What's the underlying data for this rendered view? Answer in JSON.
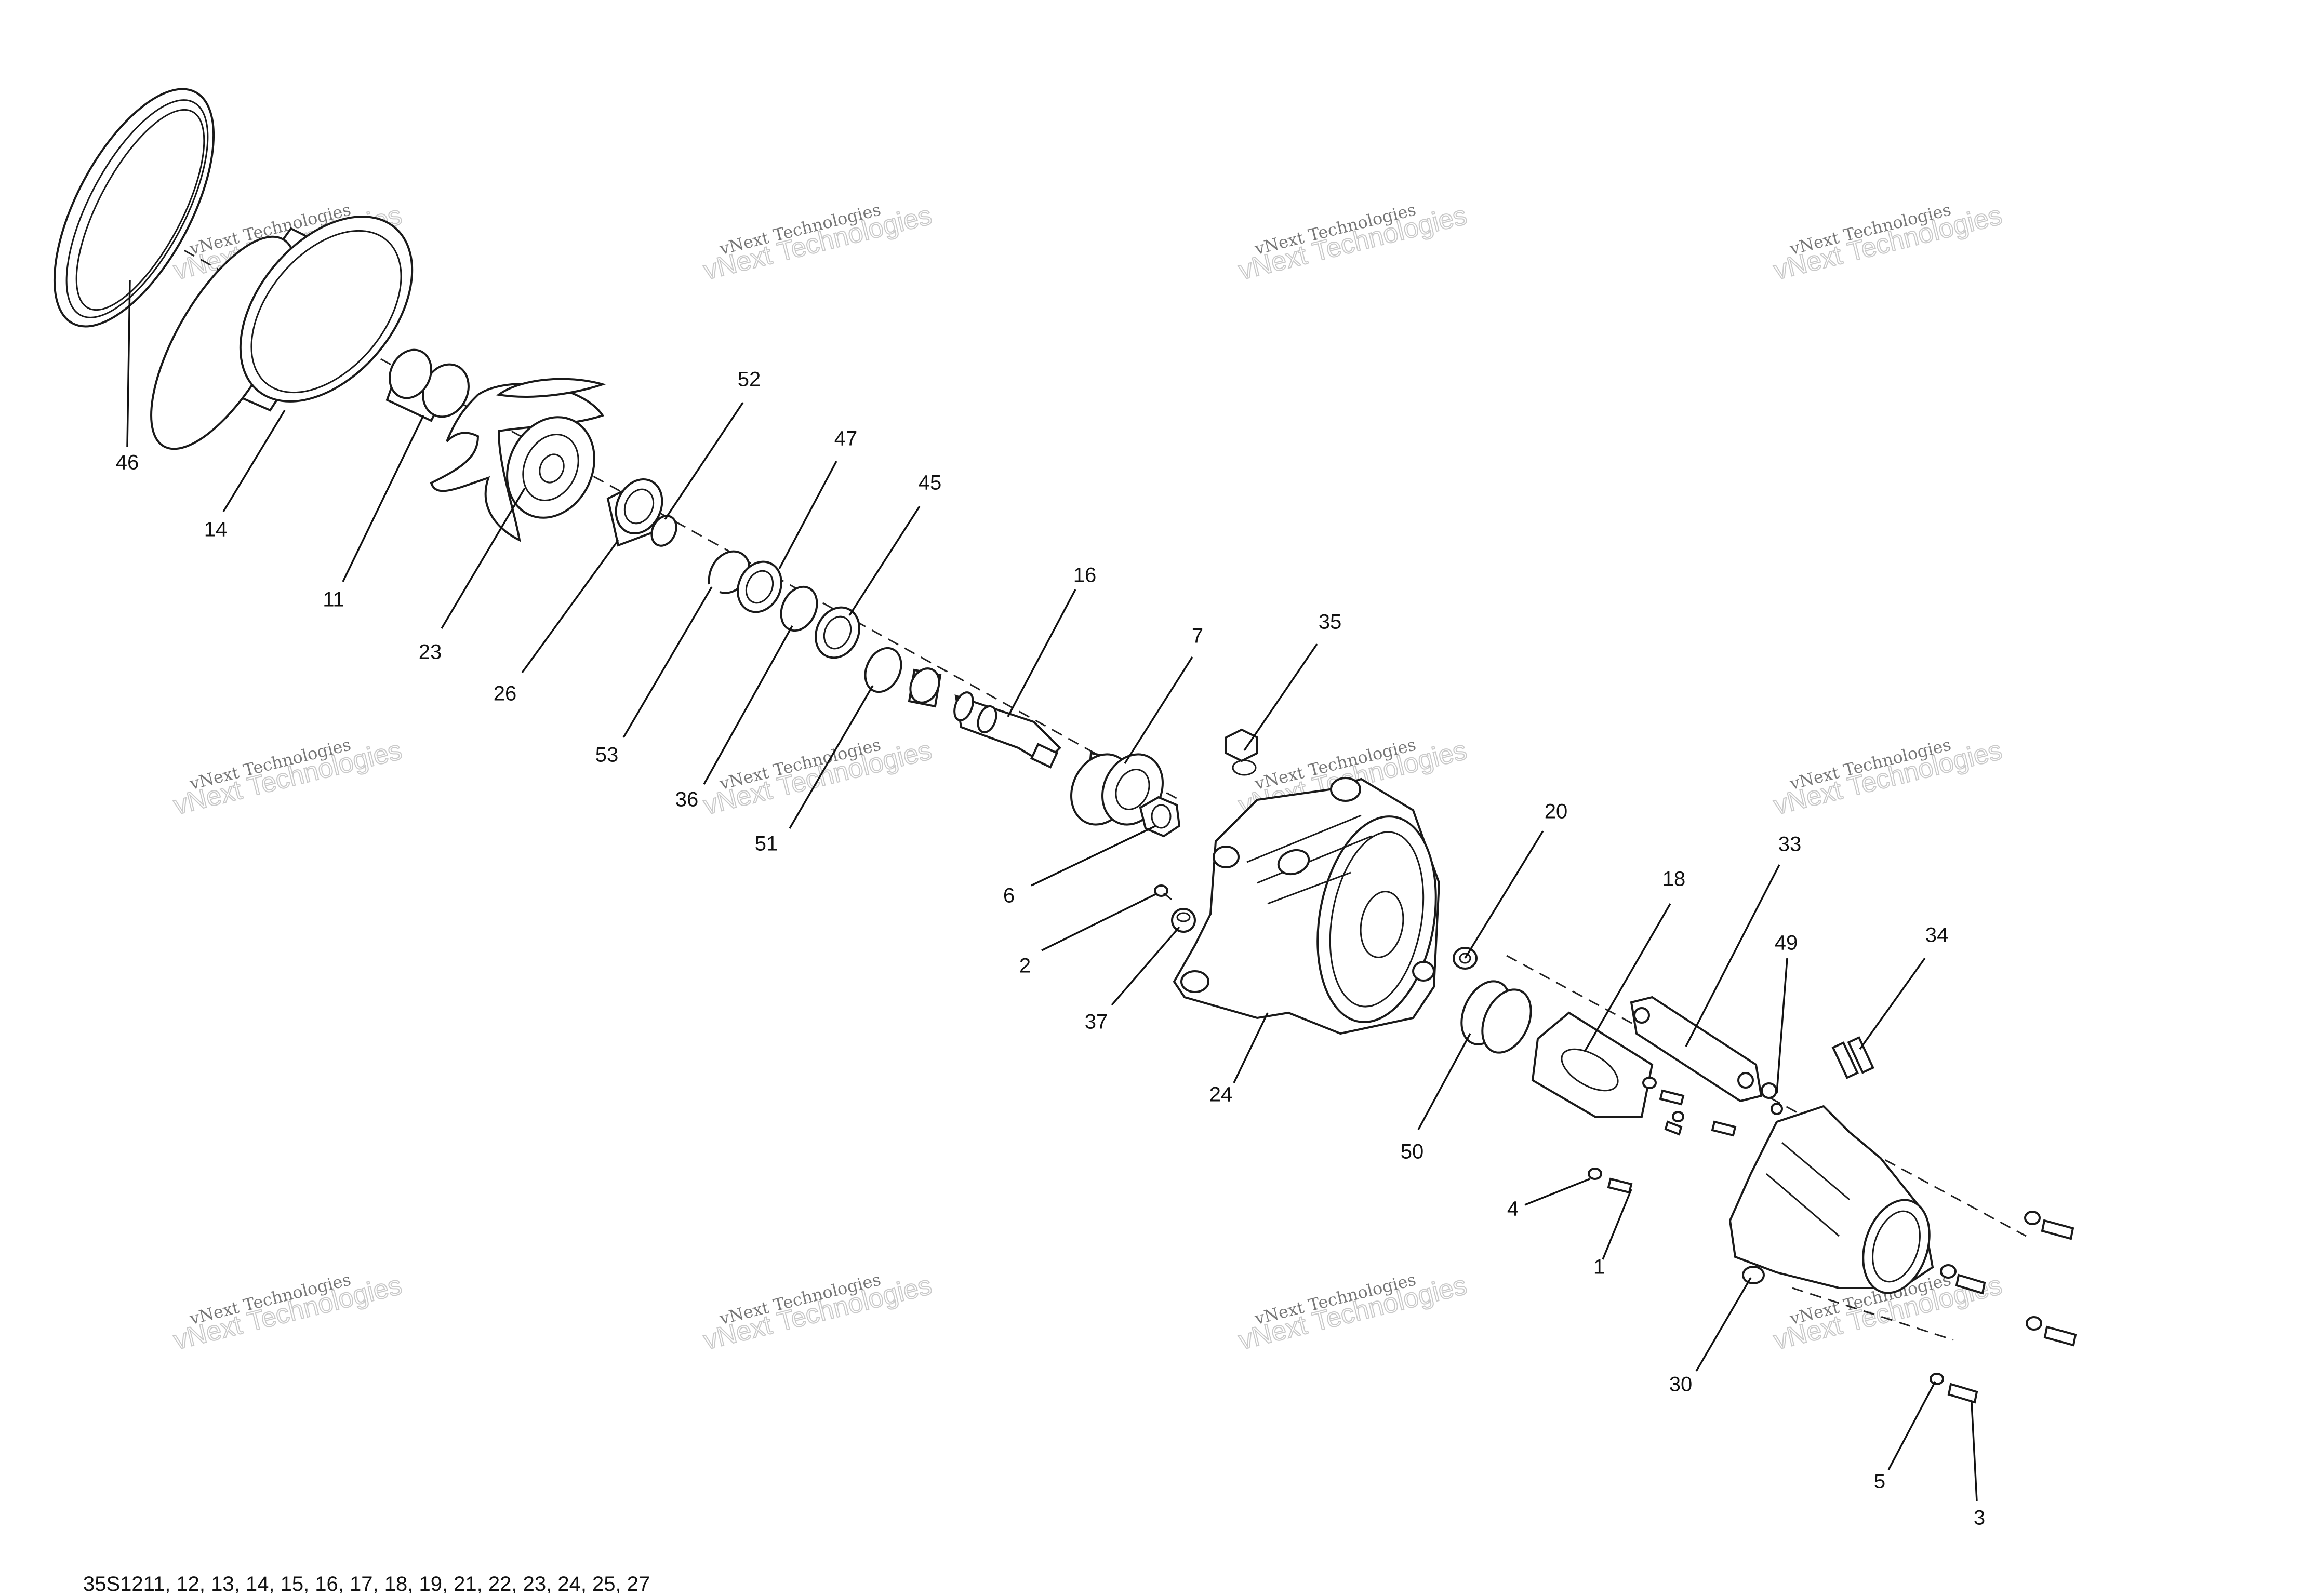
{
  "diagram": {
    "callouts": {
      "46": "46",
      "14": "14",
      "11": "11",
      "23": "23",
      "26": "26",
      "52": "52",
      "53": "53",
      "47": "47",
      "36": "36",
      "45": "45",
      "51": "51",
      "16": "16",
      "7": "7",
      "6": "6",
      "35": "35",
      "2": "2",
      "37": "37",
      "24": "24",
      "20": "20",
      "50": "50",
      "18": "18",
      "33": "33",
      "49": "49",
      "34": "34",
      "4": "4",
      "1": "1",
      "30": "30",
      "5": "5",
      "3": "3"
    },
    "watermark": {
      "line1": "vNext Technologies",
      "line2": "vNext Technologies"
    }
  },
  "footer": {
    "note": "35S1211, 12, 13, 14, 15, 16, 17, 18, 19, 21, 22, 23, 24, 25, 27"
  }
}
